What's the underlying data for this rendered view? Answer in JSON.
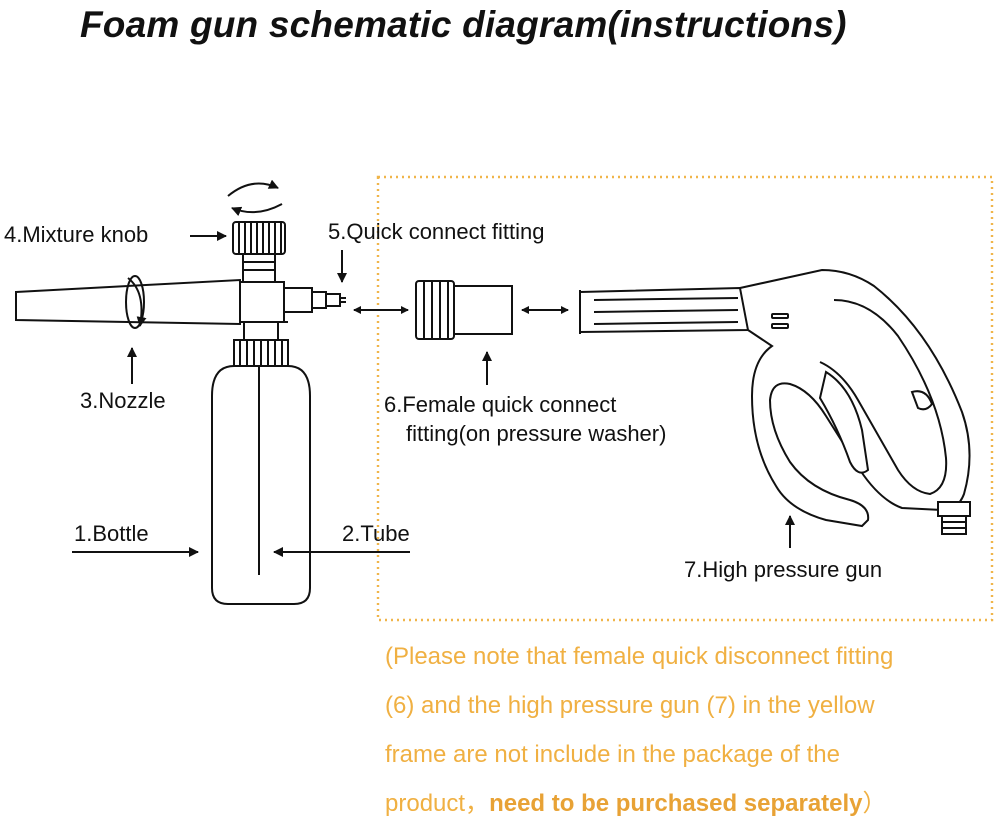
{
  "title": "Foam gun schematic diagram(instructions)",
  "labels": {
    "mixture_knob": "4.Mixture knob",
    "quick_connect": "5.Quick connect fitting",
    "nozzle": "3.Nozzle",
    "female_fitting_1": "6.Female quick connect",
    "female_fitting_2": "fitting(on pressure washer)",
    "bottle": "1.Bottle",
    "tube": "2.Tube",
    "high_pressure_gun": "7.High pressure gun"
  },
  "note": {
    "line1": "(Please note that female quick disconnect fitting",
    "line2": "(6) and the high pressure gun (7) in the yellow",
    "line3": "frame are not include in the package of the",
    "line4_start": "product，",
    "line4_bold": "need to be purchased separately",
    "line4_end": "）"
  },
  "colors": {
    "frame": "#f0b54a",
    "note_text": "#f0b042",
    "note_bold": "#e8a235",
    "lines": "#111111"
  }
}
